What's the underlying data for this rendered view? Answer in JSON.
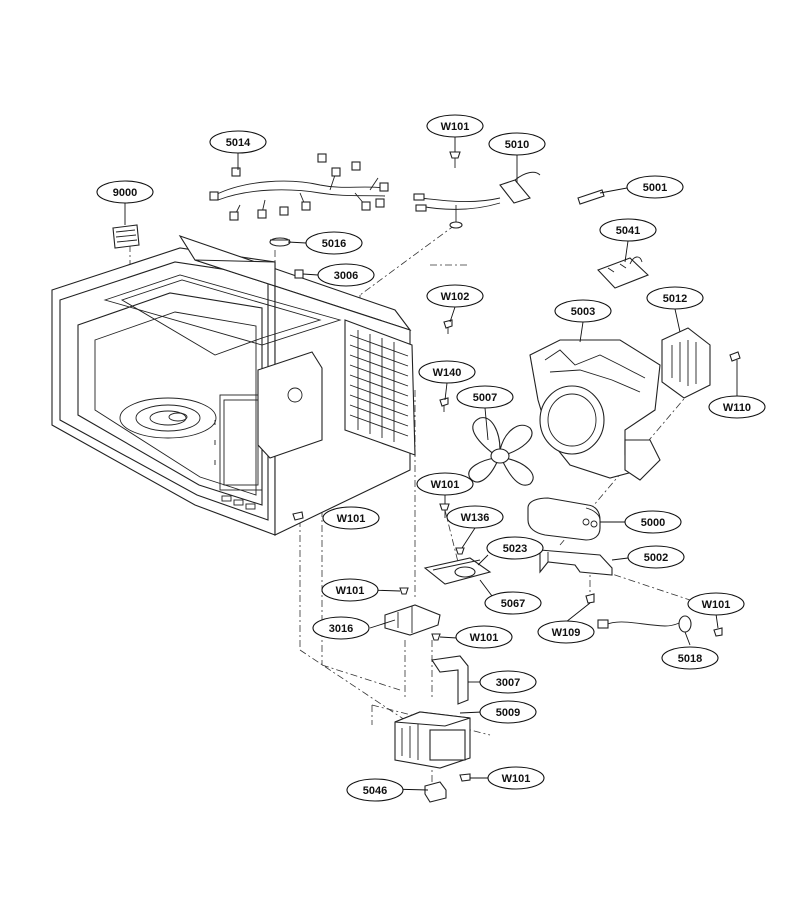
{
  "labels": {
    "l_5014": "5014",
    "l_w101_top": "W101",
    "l_5010": "5010",
    "l_9000": "9000",
    "l_5001": "5001",
    "l_5016": "5016",
    "l_5041": "5041",
    "l_3006": "3006",
    "l_w102": "W102",
    "l_5003": "5003",
    "l_5012": "5012",
    "l_w140": "W140",
    "l_5007": "5007",
    "l_w110": "W110",
    "l_w101_mid": "W101",
    "l_w101_left": "W101",
    "l_w136": "W136",
    "l_5000": "5000",
    "l_5023": "5023",
    "l_5002": "5002",
    "l_w101_bracket": "W101",
    "l_5067": "5067",
    "l_w101_right": "W101",
    "l_3016": "3016",
    "l_w101_3016": "W101",
    "l_w109": "W109",
    "l_5018": "5018",
    "l_3007": "3007",
    "l_5009": "5009",
    "l_w101_bottom": "W101",
    "l_5046": "5046"
  }
}
